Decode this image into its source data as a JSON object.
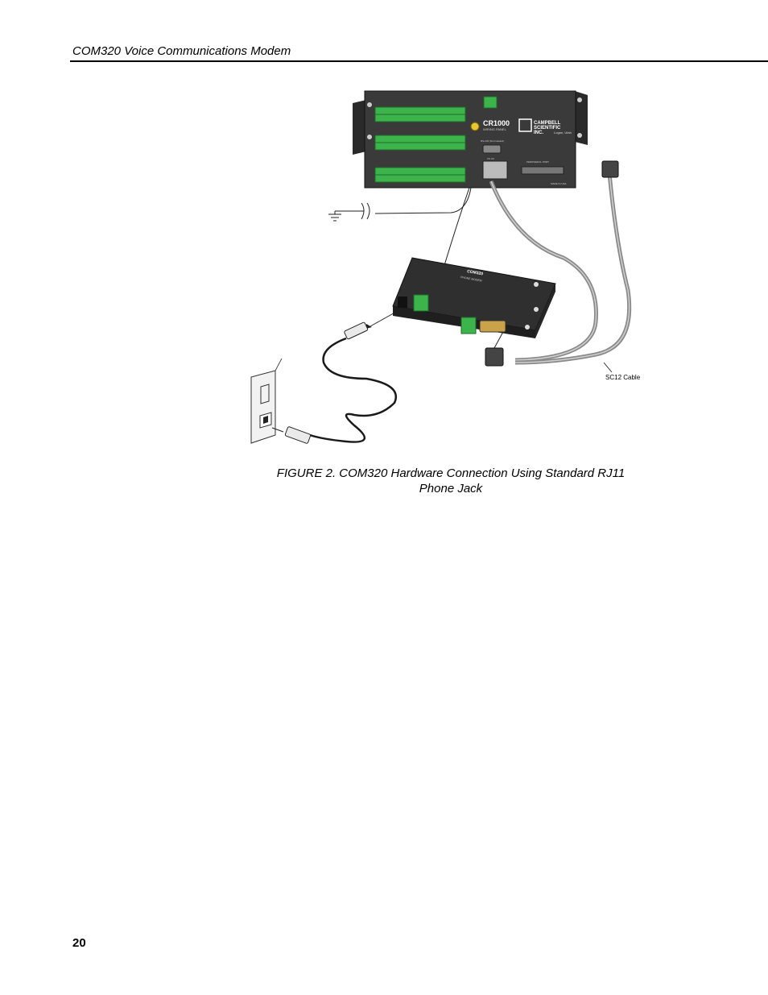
{
  "header": {
    "title": "COM320 Voice Communications Modem"
  },
  "figure": {
    "datalogger_label": "CR1000",
    "datalogger_sub": "WIRING PANEL",
    "brand_line1": "CAMPBELL",
    "brand_line2": "SCIENTIFIC",
    "brand_line3": "INC.",
    "brand_location": "Logan, Utah",
    "made_in": "MADE IN USA",
    "peripheral_port": "PERIPHERAL PORT",
    "rs232_label": "RS-232 (Not Isolated)",
    "csio_label": "CS I/O",
    "modem_label": "COM320",
    "modem_sub": "PHONE MODEM",
    "sc12_label": "SC12 Cable"
  },
  "caption": {
    "line1": "FIGURE 2.  COM320 Hardware Connection Using Standard RJ11",
    "line2": "Phone Jack"
  },
  "page_number": "20",
  "colors": {
    "device_body": "#3a3a3a",
    "terminal_green": "#3cb44b",
    "cable_gray": "#8a8a8a"
  }
}
